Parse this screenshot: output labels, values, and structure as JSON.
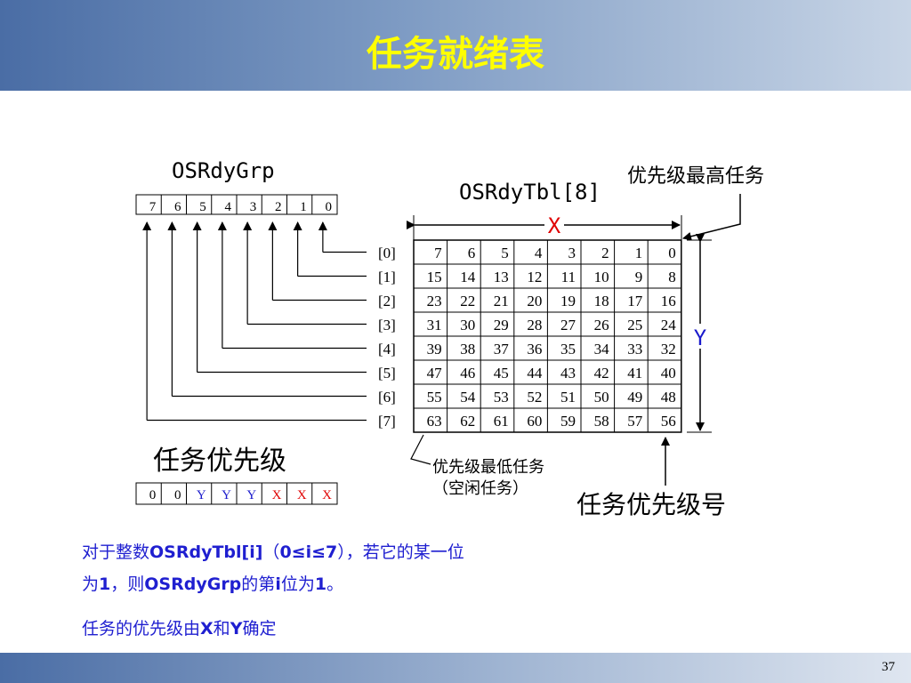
{
  "slide": {
    "title": "任务就绪表",
    "page_number": "37"
  },
  "diagram": {
    "grp_label": "OSRdyGrp",
    "grp_bits": [
      "7",
      "6",
      "5",
      "4",
      "3",
      "2",
      "1",
      "0"
    ],
    "tbl_label": "OSRdyTbl[8]",
    "highest_label": "优先级最高任务",
    "x_label": "X",
    "y_label": "Y",
    "row_labels": [
      "[0]",
      "[1]",
      "[2]",
      "[3]",
      "[4]",
      "[5]",
      "[6]",
      "[7]"
    ],
    "table_rows": [
      [
        "7",
        "6",
        "5",
        "4",
        "3",
        "2",
        "1",
        "0"
      ],
      [
        "15",
        "14",
        "13",
        "12",
        "11",
        "10",
        "9",
        "8"
      ],
      [
        "23",
        "22",
        "21",
        "20",
        "19",
        "18",
        "17",
        "16"
      ],
      [
        "31",
        "30",
        "29",
        "28",
        "27",
        "26",
        "25",
        "24"
      ],
      [
        "39",
        "38",
        "37",
        "36",
        "35",
        "34",
        "33",
        "32"
      ],
      [
        "47",
        "46",
        "45",
        "44",
        "43",
        "42",
        "41",
        "40"
      ],
      [
        "55",
        "54",
        "53",
        "52",
        "51",
        "50",
        "49",
        "48"
      ],
      [
        "63",
        "62",
        "61",
        "60",
        "59",
        "58",
        "57",
        "56"
      ]
    ],
    "prio_label": "任务优先级",
    "prio_bits": [
      "0",
      "0",
      "Y",
      "Y",
      "Y",
      "X",
      "X",
      "X"
    ],
    "lowest_label_line1": "优先级最低任务",
    "lowest_label_line2": "（空闲任务）",
    "prio_number_label": "任务优先级号"
  },
  "notes": {
    "line1_a": "对于整数",
    "line1_b": "OSRdyTbl[i]",
    "line1_c": "（",
    "line1_d": "0≤i≤7",
    "line1_e": "），若它的某一位",
    "line2_a": "为",
    "line2_b": "1",
    "line2_c": "，则",
    "line2_d": "OSRdyGrp",
    "line2_e": "的第",
    "line2_f": "i",
    "line2_g": "位为",
    "line2_h": "1",
    "line2_i": "。",
    "line3_a": "任务的优先级由",
    "line3_b": "X",
    "line3_c": "和",
    "line3_d": "Y",
    "line3_e": "确定"
  },
  "colors": {
    "title": "#ffff00",
    "x_marker": "#e00000",
    "y_marker": "#1a1acc",
    "note_text": "#1f1fd0"
  }
}
